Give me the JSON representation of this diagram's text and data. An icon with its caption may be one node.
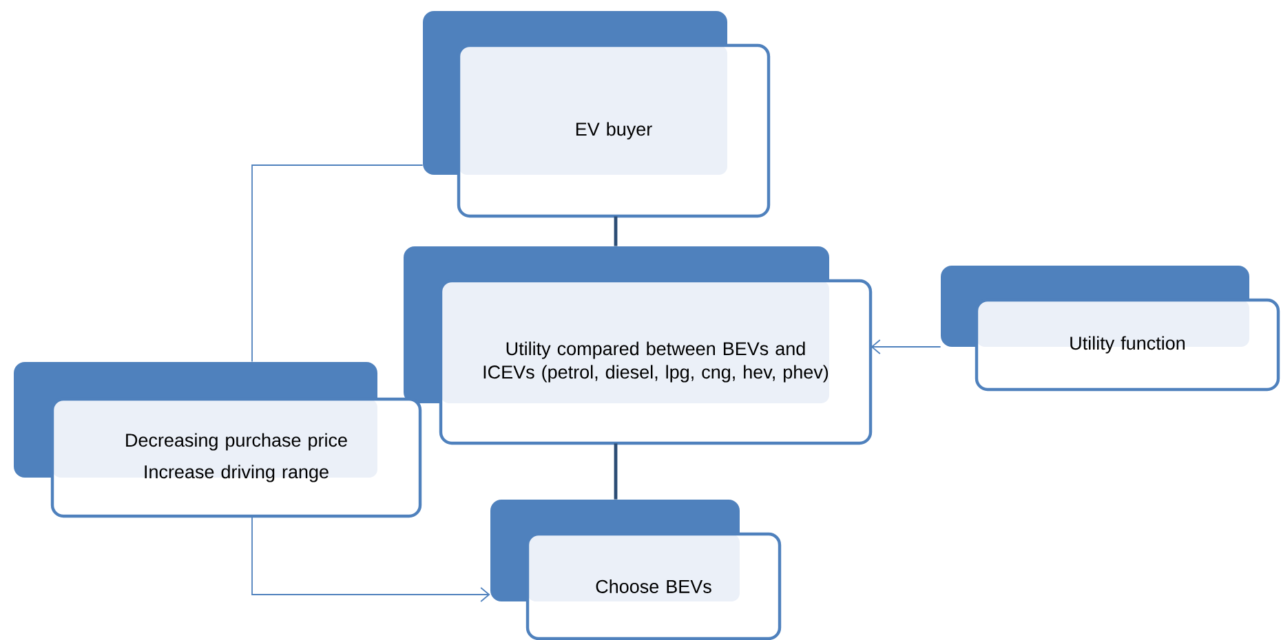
{
  "diagram": {
    "nodes": [
      {
        "text": [
          "EV buyer"
        ]
      },
      {
        "text": [
          "Utility compared between BEVs and ICEVs (petrol, diesel, lpg, cng, hev, phev)"
        ]
      },
      {
        "text": [
          "Utility function"
        ]
      },
      {
        "text": [
          "Decreasing purchase price",
          "Increase driving range"
        ]
      },
      {
        "text": [
          "Choose BEVs"
        ]
      }
    ],
    "edges": [
      {
        "from": 0,
        "to": 1,
        "arrow": "none",
        "style": "thick",
        "color": "#2c4d75"
      },
      {
        "from": 1,
        "to": 4,
        "arrow": "none",
        "style": "thick",
        "color": "#2c4d75"
      },
      {
        "from": 2,
        "to": 1,
        "arrow": "to"
      },
      {
        "from": 0,
        "to": 3,
        "arrow": "none"
      },
      {
        "from": 3,
        "to": 4,
        "arrow": "to"
      }
    ]
  }
}
